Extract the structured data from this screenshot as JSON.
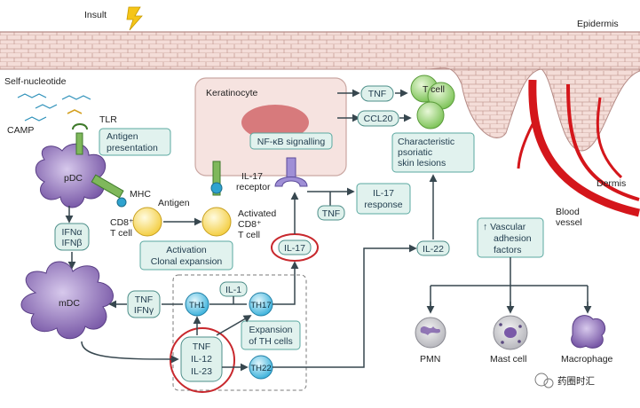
{
  "top": {
    "insult": "Insult",
    "epidermis": "Epidermis",
    "dermis": "Dermis",
    "blood_vessel_1": "Blood",
    "blood_vessel_2": "vessel"
  },
  "left": {
    "self_nucleotide": "Self-nucleotide",
    "camp": "CAMP",
    "tlr": "TLR",
    "antigen_presentation_1": "Antigen",
    "antigen_presentation_2": "presentation",
    "pdc": "pDC",
    "mhc": "MHC",
    "antigen": "Antigen",
    "cd8_tcell_1": "CD8⁺",
    "cd8_tcell_2": "T cell",
    "ifn_1": "IFNα",
    "ifn_2": "IFNβ",
    "mdc": "mDC",
    "tnf_ifny_1": "TNF",
    "tnf_ifny_2": "IFNγ"
  },
  "center": {
    "keratinocyte": "Keratinocyte",
    "nfkb": "NF-κB signalling",
    "il17_receptor_1": "IL-17",
    "il17_receptor_2": "receptor",
    "activated_cd8_1": "Activated",
    "activated_cd8_2": "CD8⁺",
    "activated_cd8_3": "T cell",
    "activation_1": "Activation",
    "activation_2": "Clonal expansion",
    "il17_circle": "IL-17",
    "tnf_small": "TNF",
    "il17_response_1": "IL-17",
    "il17_response_2": "response",
    "tnf_out": "TNF",
    "ccl20": "CCL20",
    "tcell_green": "T cell",
    "lesions_1": "Characteristic",
    "lesions_2": "psoriatic",
    "lesions_3": "skin lesions"
  },
  "lower": {
    "th1": "TH1",
    "th17": "TH17",
    "th22": "TH22",
    "il1": "IL-1",
    "cytokines_1": "TNF",
    "cytokines_2": "IL-12",
    "cytokines_3": "IL-23",
    "expansion_1": "Expansion",
    "expansion_2": "of TH cells",
    "il22": "IL-22",
    "vascular_1": "↑ Vascular",
    "vascular_2": "adhesion",
    "vascular_3": "factors",
    "pmn": "PMN",
    "mast_cell": "Mast cell",
    "macrophage": "Macrophage",
    "watermark": "药圈时汇"
  }
}
